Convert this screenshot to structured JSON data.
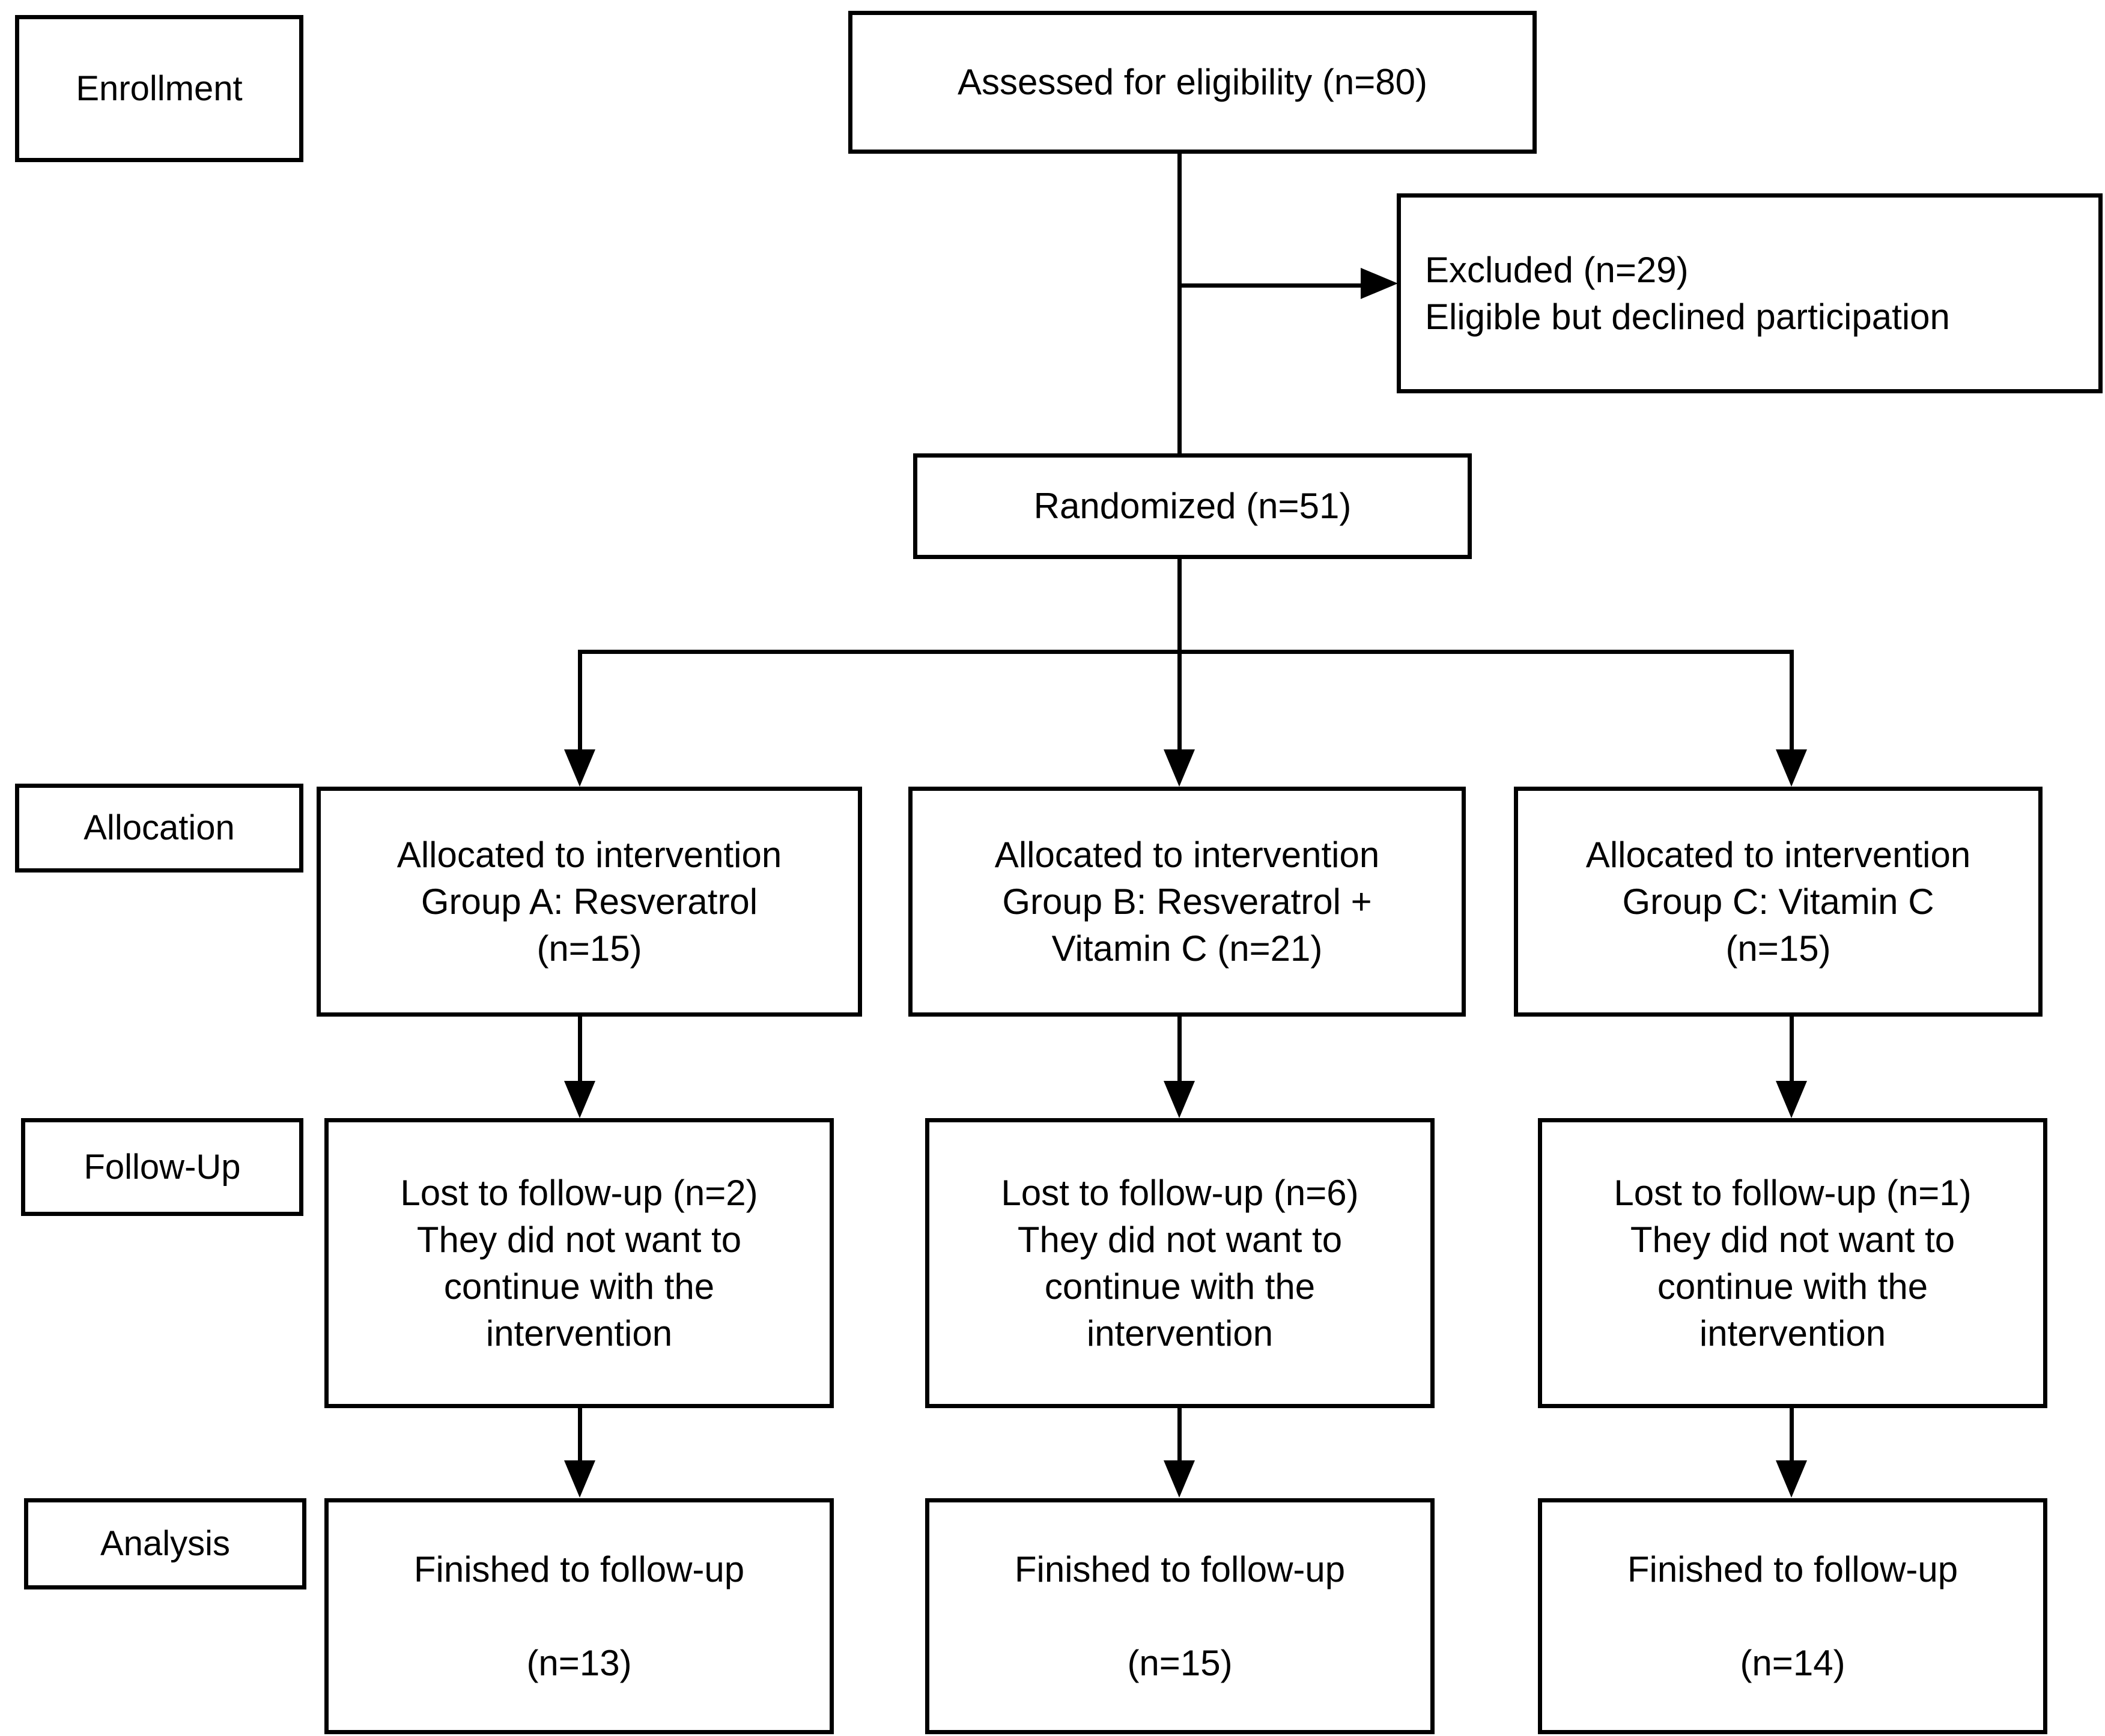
{
  "diagram": {
    "type": "CONSORT participant flow diagram",
    "stage_labels": [
      {
        "id": "enrollment",
        "label": "Enrollment"
      },
      {
        "id": "allocation",
        "label": "Allocation"
      },
      {
        "id": "follow-up",
        "label": "Follow-Up"
      },
      {
        "id": "analysis",
        "label": "Analysis"
      }
    ],
    "enrollment": {
      "assessed": "Assessed for eligibility (n=80)",
      "excluded": "Excluded (n=29)\nEligible but declined participation",
      "randomized": "Randomized (n=51)"
    },
    "arms": [
      {
        "id": "group-a",
        "allocation": "Allocated to intervention\nGroup A: Resveratrol\n(n=15)",
        "followup": "Lost to follow-up (n=2)\nThey did not want to\ncontinue with the\nintervention",
        "analysis": "Finished to follow-up\n\n(n=13)"
      },
      {
        "id": "group-b",
        "allocation": "Allocated to intervention\nGroup B: Resveratrol +\nVitamin C (n=21)",
        "followup": "Lost to follow-up (n=6)\nThey did not want to\ncontinue with the\nintervention",
        "analysis": "Finished to follow-up\n\n(n=15)"
      },
      {
        "id": "group-c",
        "allocation": "Allocated to intervention\nGroup C: Vitamin C\n(n=15)",
        "followup": "Lost to follow-up (n=1)\nThey did not want to\ncontinue with the\nintervention",
        "analysis": "Finished to follow-up\n\n(n=14)"
      }
    ],
    "counts": {
      "assessed_n": 80,
      "excluded_n": 29,
      "randomized_n": 51,
      "allocated": {
        "group_a": 15,
        "group_b": 21,
        "group_c": 15
      },
      "lost": {
        "group_a": 2,
        "group_b": 6,
        "group_c": 1
      },
      "finished": {
        "group_a": 13,
        "group_b": 15,
        "group_c": 14
      }
    },
    "colors": {
      "stroke": "#000000",
      "fill": "#ffffff",
      "text": "#000000"
    }
  }
}
